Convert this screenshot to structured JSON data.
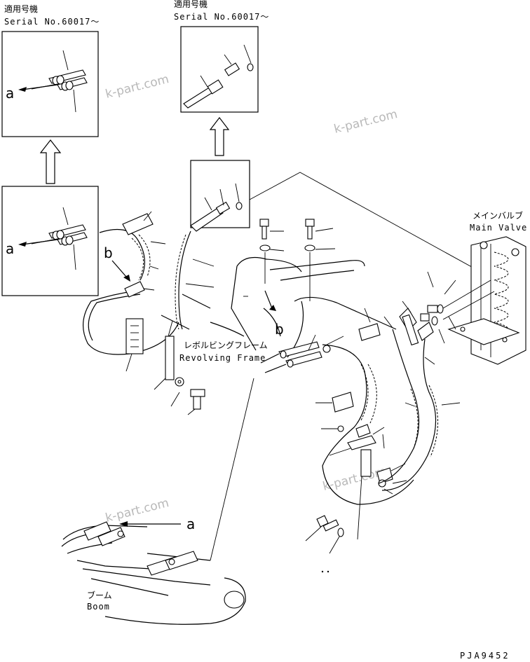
{
  "serial_left": {
    "ja": "適用号機",
    "en": "Serial No.60017～"
  },
  "serial_right": {
    "ja": "適用号機",
    "en": "Serial No.60017～"
  },
  "main_valve": {
    "ja": "メインバルブ",
    "en": "Main Valve"
  },
  "revolving_frame": {
    "ja": "レボルビングフレーム",
    "en": "Revolving Frame"
  },
  "boom": {
    "ja": "ブーム",
    "en": "Boom"
  },
  "ref_a": "a",
  "ref_b": "b",
  "watermark": "k-part.com",
  "drawing_code": "PJA9452"
}
